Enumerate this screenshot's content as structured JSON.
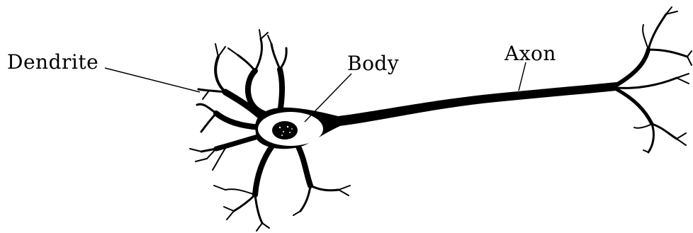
{
  "labels": {
    "dendrite": "Dendrite",
    "body": "Body",
    "axon": "Axon"
  },
  "colors": {
    "ink": "#000000",
    "background": "#ffffff"
  }
}
